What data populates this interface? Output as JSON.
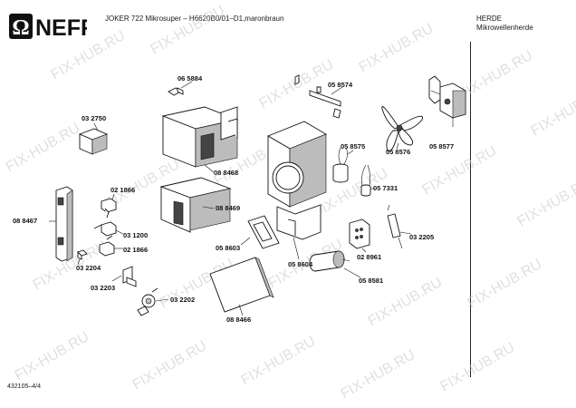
{
  "header": {
    "brand": "NEFF",
    "title": "JOKER 722 Mikrosuper – H6620B0/01–D1,maronbraun",
    "category_line1": "HERDE",
    "category_line2": "Mikrowellenherde"
  },
  "footer": {
    "doc_id": "432105–4/4"
  },
  "watermark": "FIX-HUB.RU",
  "parts": {
    "p065884": "06 5884",
    "p058574": "05 8574",
    "p032750": "03 2750",
    "p058575": "05 8575",
    "p058576": "05 8576",
    "p058577": "05 8577",
    "p088468": "08 8468",
    "p057331": "05 7331",
    "p021866a": "02 1866",
    "p088469": "08 8469",
    "p088467": "08 8467",
    "p031200": "03 1200",
    "p021866b": "02 1866",
    "p058603": "05 8603",
    "p032205": "03 2205",
    "p028961": "02 8961",
    "p032204": "03 2204",
    "p058604": "05 8604",
    "p058581": "05 8581",
    "p032203": "03 2203",
    "p032202": "03 2202",
    "p088466": "08 8466"
  }
}
